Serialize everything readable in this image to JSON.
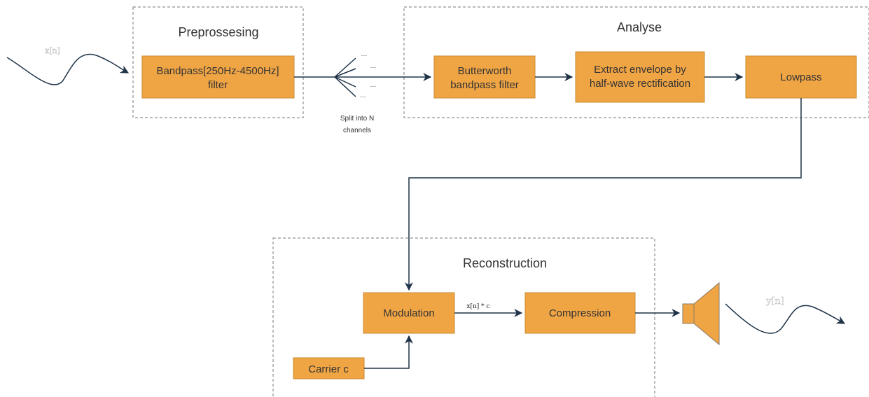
{
  "groups": {
    "preprocessing": "Preprossesing",
    "analyse": "Analyse",
    "reconstruction": "Reconstruction"
  },
  "blocks": {
    "bandpass_line1": "Bandpass[250Hz-4500Hz]",
    "bandpass_line2": "filter",
    "butterworth_line1": "Butterworth",
    "butterworth_line2": "bandpass filter",
    "envelope_line1": "Extract envelope by",
    "envelope_line2": "half-wave rectification",
    "lowpass": "Lowpass",
    "modulation": "Modulation",
    "compression": "Compression",
    "carrier": "Carrier c"
  },
  "labels": {
    "split_line1": "Split into N",
    "split_line2": "channels",
    "input_signal": "x[n]",
    "output_signal": "y[n]",
    "product": "x[n] * c",
    "channel_dots": "---"
  },
  "colors": {
    "block_fill": "#f0a545",
    "block_border": "#c98a2f",
    "wire": "#1f3347",
    "group_border": "#777777",
    "text": "#333333"
  },
  "icons": {
    "speaker": "speaker-icon",
    "input_wave": "input-wave-icon",
    "output_wave": "output-wave-icon"
  }
}
